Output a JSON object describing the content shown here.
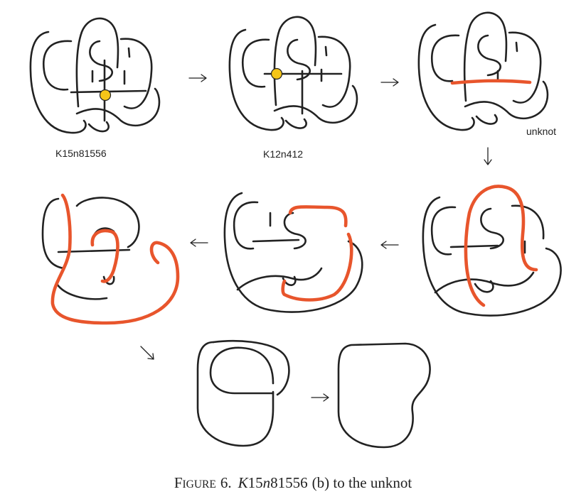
{
  "diagrams": [
    {
      "label": "K15n81556"
    },
    {
      "label": "K12n412"
    },
    {
      "label": "unknot"
    }
  ],
  "caption": {
    "first": "F",
    "smallcaps": "IGURE",
    "number": "6.",
    "knot_prefix": "K",
    "knot_num": "15",
    "knot_n": "n",
    "knot_tail": "81556",
    "rest": "(b) to the unknot"
  },
  "colors": {
    "strand": "#222222",
    "highlight": "#e8552c",
    "crossing_marker": "#f5c518"
  }
}
